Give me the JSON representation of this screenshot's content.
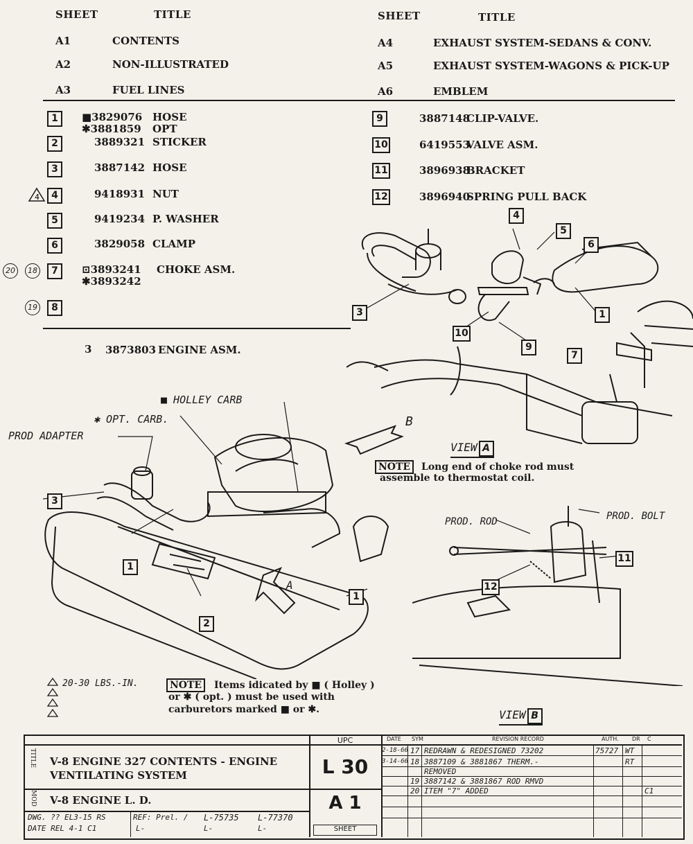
{
  "sheets_left": {
    "header_sheet": "SHEET",
    "header_title": "TITLE",
    "rows": [
      {
        "sheet": "A1",
        "title": "CONTENTS"
      },
      {
        "sheet": "A2",
        "title": "NON-ILLUSTRATED"
      },
      {
        "sheet": "A3",
        "title": "FUEL LINES"
      }
    ]
  },
  "sheets_right": {
    "header_sheet": "SHEET",
    "header_title": "TITLE",
    "rows": [
      {
        "sheet": "A4",
        "title": "EXHAUST SYSTEM-SEDANS & CONV."
      },
      {
        "sheet": "A5",
        "title": "EXHAUST SYSTEM-WAGONS & PICK-UP"
      },
      {
        "sheet": "A6",
        "title": "EMBLEM"
      }
    ]
  },
  "parts_left": [
    {
      "num": "1",
      "part": "■3829076",
      "name": "HOSE",
      "alt_part": "✱3881859",
      "alt_name": "OPT"
    },
    {
      "num": "2",
      "part": "3889321",
      "name": "STICKER"
    },
    {
      "num": "3",
      "part": "3887142",
      "name": "HOSE"
    },
    {
      "num": "4",
      "part": "9418931",
      "name": "NUT",
      "marker": "4"
    },
    {
      "num": "5",
      "part": "9419234",
      "name": "P. WASHER"
    },
    {
      "num": "6",
      "part": "3829058",
      "name": "CLAMP"
    },
    {
      "num": "7",
      "part": "⊡3893241",
      "name": "CHOKE ASM.",
      "alt_part": "✱3893242",
      "refs": [
        "20",
        "18"
      ]
    },
    {
      "num": "8",
      "part": "",
      "name": "",
      "refs": [
        "19"
      ]
    }
  ],
  "parts_right": [
    {
      "num": "9",
      "part": "3887148",
      "name": "CLIP-VALVE."
    },
    {
      "num": "10",
      "part": "6419553",
      "name": "VALVE ASM."
    },
    {
      "num": "11",
      "part": "3896938",
      "name": "BRACKET"
    },
    {
      "num": "12",
      "part": "3896940",
      "name": "SPRING PULL BACK"
    }
  ],
  "engine_asm": {
    "symbol": "3",
    "part": "3873803",
    "name": "ENGINE ASM."
  },
  "labels": {
    "holley_carb": "■ HOLLEY CARB",
    "opt_carb": "✱ OPT. CARB.",
    "prod_adapter": "PROD ADAPTER",
    "view_a": "VIEW",
    "view_a_letter": "A",
    "view_b": "VIEW",
    "view_b_letter": "B",
    "prod_rod": "PROD. ROD",
    "prod_bolt": "PROD. BOLT",
    "arrow_a": "A",
    "arrow_b": "B"
  },
  "note_choke": {
    "tag": "NOTE",
    "text1": "Long end of choke rod must",
    "text2": "assemble to thermostat coil."
  },
  "torque": "20-30 LBS.-IN.",
  "note_items": {
    "tag": "NOTE",
    "line1": "Items idicated by ■ ( Holley )",
    "line2": "or ✱ ( opt. ) must be used with",
    "line3": "carburetors marked ■ or ✱."
  },
  "title_block": {
    "title_label": "TITLE",
    "title1": "V-8 ENGINE 327 CONTENTS - ENGINE",
    "title2": "VENTILATING SYSTEM",
    "model_label": "MOD",
    "model": "V-8 ENGINE L. D.",
    "dwg": "DWG. ?? EL3-15 RS",
    "date": "DATE REL 4-1  C1",
    "ref": "REF: Prel. /",
    "l1": "L-75735",
    "l2": "L-77370",
    "l3": "L-",
    "l4": "L-",
    "l5": "L-",
    "upc_label": "UPC",
    "upc": "L 30",
    "sheet_code": "A 1",
    "sheet_label": "SHEET",
    "rev_headers": [
      "DATE",
      "SYM",
      "REVISION RECORD",
      "AUTH.",
      "DR",
      "C"
    ],
    "revisions": [
      {
        "date": "2-18-66",
        "sym": "17",
        "text": "REDRAWN & REDESIGNED 73202",
        "auth": "75727",
        "dr": "WT"
      },
      {
        "date": "3-14-66",
        "sym": "18",
        "text": "3887109 & 3881867 THERM.-",
        "auth": "",
        "dr": "RT"
      },
      {
        "date": "",
        "sym": "",
        "text": "REMOVED",
        "auth": "",
        "dr": ""
      },
      {
        "date": "",
        "sym": "19",
        "text": "3887142 & 3881867 ROD RMVD",
        "auth": "",
        "dr": ""
      },
      {
        "date": "",
        "sym": "20",
        "text": "ITEM \"7\" ADDED",
        "auth": "",
        "dr": "C1"
      }
    ]
  }
}
